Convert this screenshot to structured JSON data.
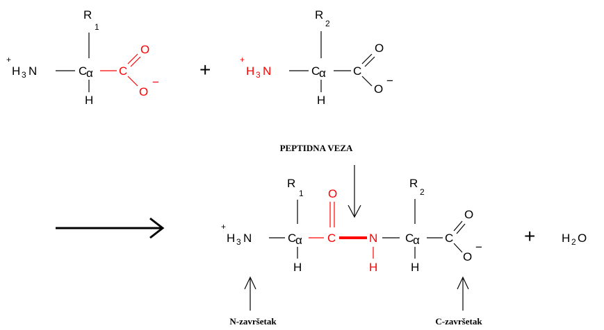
{
  "colors": {
    "black": "#000000",
    "red": "#ff0000"
  },
  "reactant1": {
    "r_label": "R",
    "r_sub": "1",
    "plus": "+",
    "h": "H",
    "h_sub": "3",
    "n": "N",
    "c": "C",
    "alpha": "α",
    "c2": "C",
    "o_double": "O",
    "o_single": "O",
    "minus": "−",
    "h_bottom": "H"
  },
  "plus_operator": "+",
  "reactant2": {
    "r_label": "R",
    "r_sub": "2",
    "plus": "+",
    "h": "H",
    "h_sub": "3",
    "n": "N",
    "c": "C",
    "alpha": "α",
    "c2": "C",
    "o_double": "O",
    "o_single": "O",
    "minus": "−",
    "h_bottom": "H"
  },
  "product": {
    "peptide_label": "PEPTIDNA VEZA",
    "r1_label": "R",
    "r1_sub": "1",
    "r2_label": "R",
    "r2_sub": "2",
    "plus": "+",
    "h": "H",
    "h_sub": "3",
    "n": "N",
    "ca1": "C",
    "alpha1": "α",
    "c_carbonyl": "C",
    "o_carbonyl": "O",
    "n_amide": "N",
    "h_amide": "H",
    "ca2": "C",
    "alpha2": "α",
    "c_end": "C",
    "o_double": "O",
    "o_single": "O",
    "minus": "−",
    "h_bottom1": "H",
    "h_bottom2": "H",
    "n_terminus": "N-završetak",
    "c_terminus": "C-završetak"
  },
  "water": {
    "plus": "+",
    "h": "H",
    "h_sub": "2",
    "o": "O"
  }
}
